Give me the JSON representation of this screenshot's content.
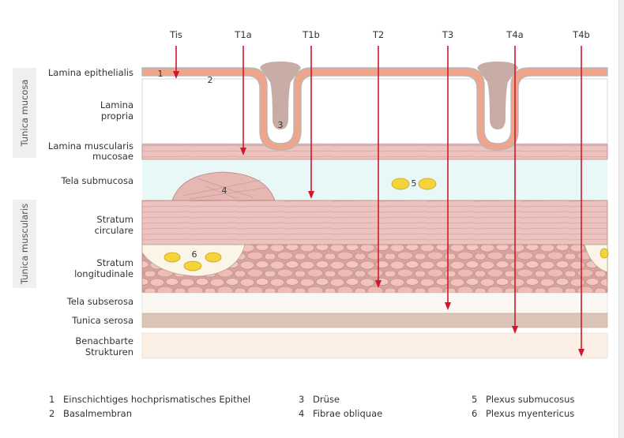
{
  "stages": [
    "Tis",
    "T1a",
    "T1b",
    "T2",
    "T3",
    "T4a",
    "T4b"
  ],
  "groups": {
    "mucosa": "Tunica mucosa",
    "muscularis": "Tunica muscularis"
  },
  "layers": {
    "epithelialis": "Lamina epithelialis",
    "propria_1": "Lamina",
    "propria_2": "propria",
    "muscularis_mucosae_1": "Lamina muscularis",
    "muscularis_mucosae_2": "mucosae",
    "submucosa": "Tela submucosa",
    "circulare_1": "Stratum",
    "circulare_2": "circulare",
    "longitudinale_1": "Stratum",
    "longitudinale_2": "longitudinale",
    "subserosa": "Tela subserosa",
    "serosa": "Tunica serosa",
    "benachbarte_1": "Benachbarte",
    "benachbarte_2": "Strukturen"
  },
  "markers": {
    "m1": "1",
    "m2": "2",
    "m3": "3",
    "m4": "4",
    "m5": "5",
    "m6": "6"
  },
  "legend": [
    {
      "num": "1",
      "text": "Einschichtiges hochprismatisches Epithel"
    },
    {
      "num": "2",
      "text": "Basalmembran"
    },
    {
      "num": "3",
      "text": "Drüse"
    },
    {
      "num": "4",
      "text": "Fibrae obliquae"
    },
    {
      "num": "5",
      "text": "Plexus submucosus"
    },
    {
      "num": "6",
      "text": "Plexus myentericus"
    }
  ],
  "colors": {
    "arrow": "#d0182c",
    "epithelium": "#eea58c",
    "muscle": "#ecc3bf",
    "submucosa": "#e8f8f6",
    "plexus": "#f5d33a",
    "serosa": "#d9c4b7"
  }
}
